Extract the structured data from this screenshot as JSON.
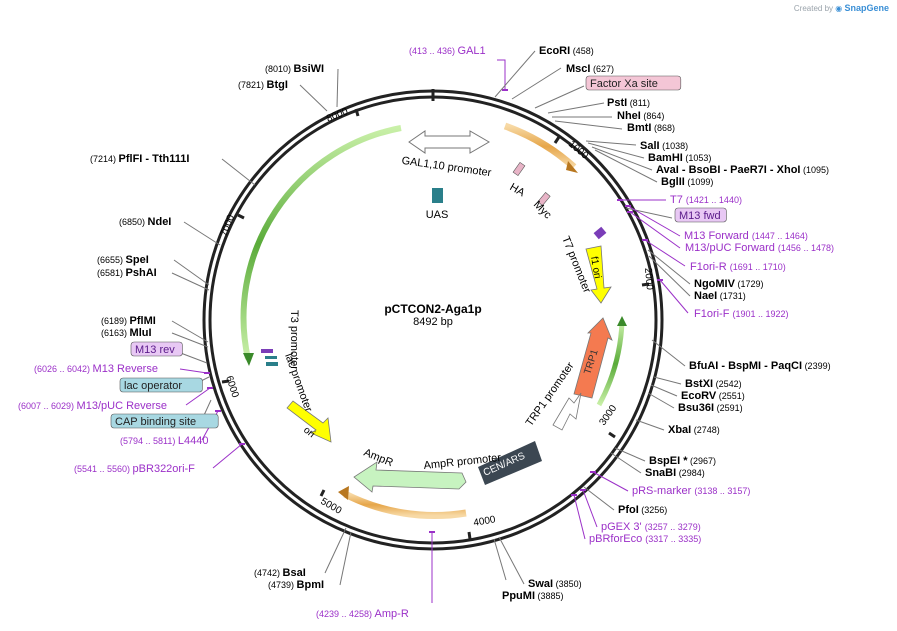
{
  "credit": {
    "prefix": "Created by",
    "brand": "SnapGene"
  },
  "plasmid": {
    "name": "pCTCON2-Aga1p",
    "length": "8492 bp"
  },
  "colors": {
    "site": "#000000",
    "primer": "#9b30c8",
    "leader": "#777777",
    "backbone": "#222222",
    "arrow_green": "#3a8a2a",
    "arrow_orange": "#b8771f",
    "ori_yellow": "#ffff00",
    "trp1": "#f47a50",
    "ampr": "#c7f3c0",
    "cen": "#3c4752",
    "uas": "#2a7f8a"
  },
  "ticks": [
    "1000",
    "2000",
    "3000",
    "4000",
    "5000",
    "6000",
    "7000",
    "8000"
  ],
  "labels": [
    {
      "id": "gal1-primer",
      "range": "(413 .. 436)",
      "name": "GAL1",
      "kind": "primer"
    },
    {
      "id": "ecori",
      "name": "EcoRI",
      "pos": "(458)",
      "kind": "site"
    },
    {
      "id": "msci",
      "name": "MscI",
      "pos": "(627)",
      "kind": "site"
    },
    {
      "id": "factorxa",
      "name": "Factor Xa site",
      "kind": "pinkbox"
    },
    {
      "id": "psti",
      "name": "PstI",
      "pos": "(811)",
      "kind": "site"
    },
    {
      "id": "nhei",
      "name": "NheI",
      "pos": "(864)",
      "kind": "site"
    },
    {
      "id": "bmti",
      "name": "BmtI",
      "pos": "(868)",
      "kind": "site"
    },
    {
      "id": "sali",
      "name": "SalI",
      "pos": "(1038)",
      "kind": "site"
    },
    {
      "id": "bamhi",
      "name": "BamHI",
      "pos": "(1053)",
      "kind": "site"
    },
    {
      "id": "avai",
      "name": "AvaI",
      "extra": [
        " - BsoBI",
        " - PaeR7I",
        " - XhoI"
      ],
      "pos": "(1095)",
      "kind": "site"
    },
    {
      "id": "bglii",
      "name": "BglII",
      "pos": "(1099)",
      "kind": "site"
    },
    {
      "id": "t7",
      "name": "T7",
      "range": "(1421 .. 1440)",
      "kind": "primer"
    },
    {
      "id": "m13fwd",
      "name": "M13 fwd",
      "kind": "purplebox"
    },
    {
      "id": "m13forward",
      "name": "M13 Forward",
      "range": "(1447 .. 1464)",
      "kind": "primer"
    },
    {
      "id": "m13puc",
      "name": "M13/pUC Forward",
      "range": "(1456 .. 1478)",
      "kind": "primer"
    },
    {
      "id": "f1orir",
      "name": "F1ori-R",
      "range": "(1691 .. 1710)",
      "kind": "primer"
    },
    {
      "id": "ngomiv",
      "name": "NgoMIV",
      "pos": "(1729)",
      "kind": "site"
    },
    {
      "id": "naei",
      "name": "NaeI",
      "pos": "(1731)",
      "kind": "site"
    },
    {
      "id": "f1orif",
      "name": "F1ori-F",
      "range": "(1901 .. 1922)",
      "kind": "primer"
    },
    {
      "id": "bfuai",
      "name": "BfuAI",
      "extra": [
        " - BspMI",
        " - PaqCI"
      ],
      "pos": "(2399)",
      "kind": "site"
    },
    {
      "id": "bstxi",
      "name": "BstXI",
      "pos": "(2542)",
      "kind": "site"
    },
    {
      "id": "ecorv",
      "name": "EcoRV",
      "pos": "(2551)",
      "kind": "site"
    },
    {
      "id": "bsu36i",
      "name": "Bsu36I",
      "pos": "(2591)",
      "kind": "site"
    },
    {
      "id": "xbai",
      "name": "XbaI",
      "pos": "(2748)",
      "kind": "site"
    },
    {
      "id": "bspei",
      "name": "BspEI *",
      "pos": "(2967)",
      "kind": "site"
    },
    {
      "id": "snabi",
      "name": "SnaBI",
      "pos": "(2984)",
      "kind": "site"
    },
    {
      "id": "prsmarker",
      "name": "pRS-marker",
      "range": "(3138 .. 3157)",
      "kind": "primer"
    },
    {
      "id": "pfoi",
      "name": "PfoI",
      "pos": "(3256)",
      "kind": "site"
    },
    {
      "id": "pgex3",
      "name": "pGEX 3'",
      "range": "(3257 .. 3279)",
      "kind": "primer"
    },
    {
      "id": "pbrforeco",
      "name": "pBRforEco",
      "range": "(3317 .. 3335)",
      "kind": "primer"
    },
    {
      "id": "swai",
      "name": "SwaI",
      "pos": "(3850)",
      "kind": "site"
    },
    {
      "id": "ppumi",
      "name": "PpuMI",
      "pos": "(3885)",
      "kind": "site"
    },
    {
      "id": "ampr-primer",
      "name": "Amp-R",
      "range": "(4239 .. 4258)",
      "kind": "primer"
    },
    {
      "id": "bsai",
      "name": "BsaI",
      "pos": "(4742)",
      "kind": "site"
    },
    {
      "id": "bpmi",
      "name": "BpmI",
      "pos": "(4739)",
      "kind": "site"
    },
    {
      "id": "pbr322orif",
      "name": "pBR322ori-F",
      "range": "(5541 .. 5560)",
      "kind": "primer"
    },
    {
      "id": "l4440",
      "name": "L4440",
      "range": "(5794 .. 5811)",
      "kind": "primer"
    },
    {
      "id": "capbinding",
      "name": "CAP binding site",
      "kind": "bluebox"
    },
    {
      "id": "m13pucrev",
      "name": "M13/pUC Reverse",
      "range": "(6007 .. 6029)",
      "kind": "primer"
    },
    {
      "id": "lacoperator",
      "name": "lac operator",
      "kind": "bluebox"
    },
    {
      "id": "m13reverse",
      "name": "M13 Reverse",
      "range": "(6026 .. 6042)",
      "kind": "primer"
    },
    {
      "id": "m13rev",
      "name": "M13 rev",
      "kind": "purplebox"
    },
    {
      "id": "mlui",
      "name": "MluI",
      "pos": "(6163)",
      "kind": "site"
    },
    {
      "id": "pflmi",
      "name": "PflMI",
      "pos": "(6189)",
      "kind": "site"
    },
    {
      "id": "pshai",
      "name": "PshAI",
      "pos": "(6581)",
      "kind": "site"
    },
    {
      "id": "spei",
      "name": "SpeI",
      "pos": "(6655)",
      "kind": "site"
    },
    {
      "id": "ndei",
      "name": "NdeI",
      "pos": "(6850)",
      "kind": "site"
    },
    {
      "id": "pflfi",
      "name": "PflFI",
      "extra": [
        "  - Tth111I"
      ],
      "pos": "(7214)",
      "kind": "site"
    },
    {
      "id": "btgi",
      "name": "BtgI",
      "pos": "(7821)",
      "kind": "site"
    },
    {
      "id": "bsiwi",
      "name": "BsiWI",
      "pos": "(8010)",
      "kind": "site"
    }
  ],
  "features": [
    {
      "id": "gal-promoter",
      "name": "GAL1,10 promoter"
    },
    {
      "id": "uas",
      "name": "UAS"
    },
    {
      "id": "ha",
      "name": "HA"
    },
    {
      "id": "myc",
      "name": "Myc"
    },
    {
      "id": "t7-promoter",
      "name": "T7 promoter"
    },
    {
      "id": "f1ori",
      "name": "f1 ori"
    },
    {
      "id": "trp1",
      "name": "TRP1"
    },
    {
      "id": "trp1-promoter",
      "name": "TRP1 promoter"
    },
    {
      "id": "cenars",
      "name": "CEN/ARS"
    },
    {
      "id": "ampr-promoter",
      "name": "AmpR promoter"
    },
    {
      "id": "ampr",
      "name": "AmpR"
    },
    {
      "id": "ori",
      "name": "ori"
    },
    {
      "id": "lac-promoter",
      "name": "lac promoter"
    },
    {
      "id": "t3-promoter",
      "name": "T3 promoter"
    }
  ]
}
